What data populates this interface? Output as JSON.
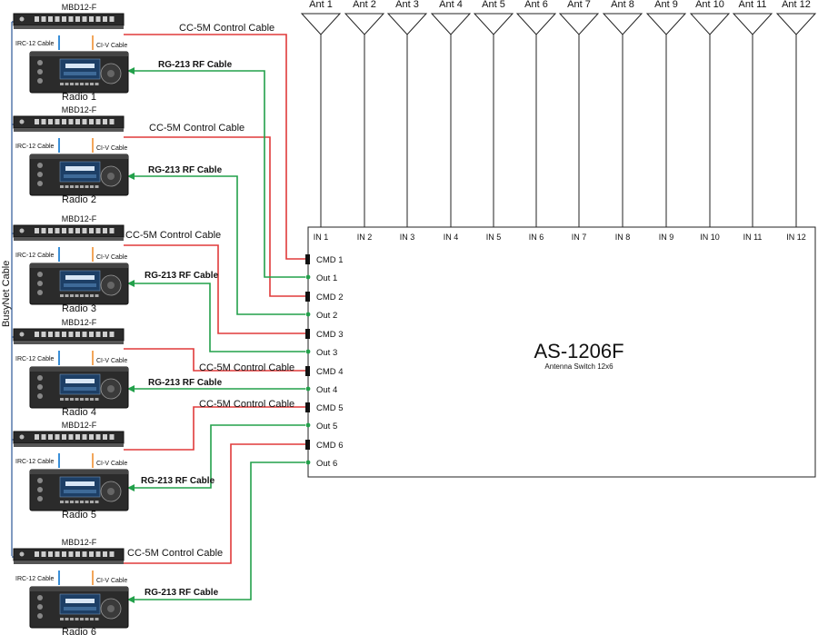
{
  "switch": {
    "title": "AS-1206F",
    "subtitle": "Antenna Switch 12x6"
  },
  "antennas": [
    "Ant 1",
    "Ant 2",
    "Ant 3",
    "Ant 4",
    "Ant 5",
    "Ant 6",
    "Ant 7",
    "Ant 8",
    "Ant 9",
    "Ant 10",
    "Ant 11",
    "Ant 12"
  ],
  "inputs": [
    "IN 1",
    "IN 2",
    "IN 3",
    "IN 4",
    "IN 5",
    "IN 6",
    "IN 7",
    "IN 8",
    "IN 9",
    "IN 10",
    "IN 11",
    "IN 12"
  ],
  "ports": [
    "CMD 1",
    "Out 1",
    "CMD 2",
    "Out 2",
    "CMD 3",
    "Out 3",
    "CMD 4",
    "Out 4",
    "CMD 5",
    "Out 5",
    "CMD 6",
    "Out 6"
  ],
  "radios": [
    "Radio 1",
    "Radio 2",
    "Radio 3",
    "Radio 4",
    "Radio 5",
    "Radio 6"
  ],
  "labels": {
    "control_box": "MBD12-F",
    "irc_cable": "IRC-12 Cable",
    "civ_cable": "CI-V Cable",
    "control_cable": "CC-5M Control Cable",
    "rf_cable": "RG-213 RF Cable",
    "busynet": "BusyNet Cable"
  },
  "colors": {
    "control_cable": "#e03a3a",
    "rf_cable": "#22a04a",
    "busynet": "#4a6fa5",
    "civ": "#f2a65a",
    "irc": "#3a8fd8",
    "outline": "#222222"
  }
}
